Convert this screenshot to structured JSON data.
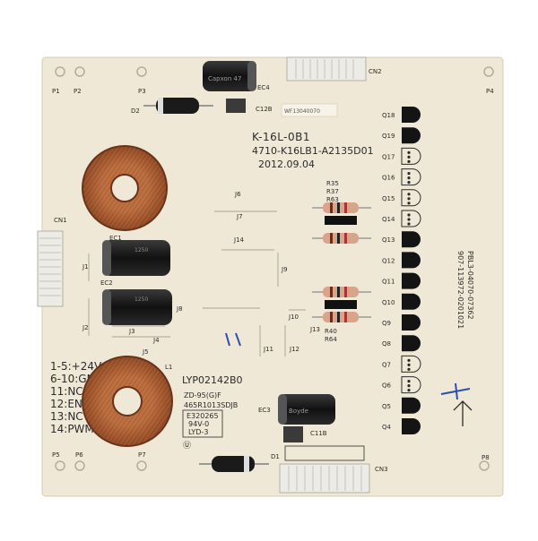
{
  "silkscreen": {
    "p1": "P1",
    "p2": "P2",
    "p3": "P3",
    "p4": "P4",
    "p5": "P5",
    "p6": "P6",
    "p7": "P7",
    "p8": "P8",
    "d1": "D1",
    "d2": "D2",
    "ec1": "EC1",
    "ec2": "EC2",
    "ec3": "EC3",
    "ec4": "EC4",
    "c11b": "C11B",
    "c12b": "C12B",
    "cn1": "CN1",
    "cn2": "CN2",
    "cn3": "CN3",
    "j1": "J1",
    "j2": "J2",
    "j3": "J3",
    "j4": "J4",
    "j5": "J5",
    "j6": "J6",
    "j7": "J7",
    "j8": "J8",
    "j9": "J9",
    "j10": "J10",
    "j11": "J11",
    "j12": "J12",
    "j13": "J13",
    "j14": "J14",
    "l1": "L1",
    "r35": "R35",
    "r37": "R37",
    "r63": "R63",
    "r40": "R40",
    "r64": "R64",
    "model": "K-16L-0B1",
    "part_number": "4710-K16LB1-A2135D01",
    "date": "2012.09.04",
    "sticker": "WF13040070",
    "pins": [
      "1-5:+24V",
      "6-10:GND",
      "11:NC",
      "12:ENA",
      "13:NC",
      "14:PWM"
    ],
    "code": "LYP02142B0",
    "zd": "ZD-95(G)F",
    "lot": "465R1013SDJB",
    "ul_number": "E320265",
    "ul_rating": "94V-0",
    "ul_lyd": "LYD-3",
    "side_1": "PBL3-04070-07362",
    "side_2": "907-113972-0201021"
  },
  "transistors": [
    "Q18",
    "Q19",
    "Q17",
    "Q16",
    "Q15",
    "Q14",
    "Q13",
    "Q12",
    "Q11",
    "Q10",
    "Q9",
    "Q8",
    "Q7",
    "Q6",
    "Q5",
    "Q4"
  ]
}
